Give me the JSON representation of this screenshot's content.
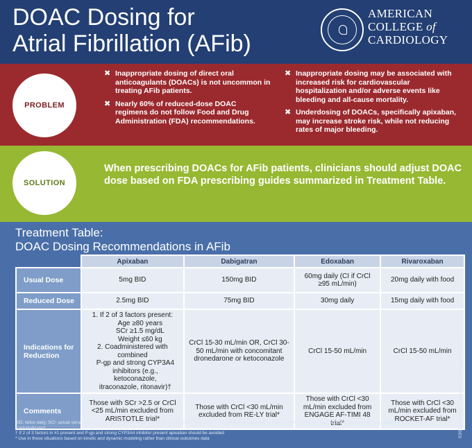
{
  "header": {
    "title_line1": "DOAC Dosing for",
    "title_line2": "Atrial Fibrillation (AFib)",
    "org_line1": "AMERICAN",
    "org_line2a": "COLLEGE",
    "org_line2b": "of",
    "org_line3": "CARDIOLOGY"
  },
  "problem": {
    "label": "PROBLEM",
    "left_bullets": [
      "Inappropriate dosing of direct oral anticoagulants (DOACs) is not uncommon in treating AFib patients.",
      "Nearly 60% of reduced-dose DOAC regimens do not follow Food and Drug Administration (FDA) recommendations."
    ],
    "right_bullets": [
      "Inappropriate dosing may be associated with increased risk for cardiovascular hospitalization and/or adverse events like bleeding and all-cause mortality.",
      "Underdosing of DOACs, specifically apixaban, may increase stroke risk, while not reducing rates of major bleeding."
    ],
    "bullet_mark": "✖"
  },
  "solution": {
    "label": "SOLUTION",
    "text": "When prescribing DOACs for AFib patients, clinicians should adjust DOAC dose based on FDA prescribing guides summarized in Treatment Table."
  },
  "table": {
    "title_line1": "Treatment Table:",
    "title_line2": "DOAC Dosing Recommendations in AFib",
    "columns": [
      "Apixaban",
      "Dabigatran",
      "Edoxaban",
      "Rivaroxaban"
    ],
    "usual_dose": {
      "label": "Usual Dose",
      "values": [
        "5mg BID",
        "150mg BID",
        "60mg daily (CI if CrCl ≥95 mL/min)",
        "20mg daily with food"
      ]
    },
    "reduced_dose": {
      "label": "Reduced Dose",
      "values": [
        "2.5mg BID",
        "75mg BID",
        "30mg daily",
        "15mg daily with food"
      ]
    },
    "indications": {
      "label_line1": "Indications for",
      "label_line2": "Reduction",
      "apixaban": {
        "l1": "1. If 2 of 3 factors present:",
        "l2": "Age ≥80 years",
        "l3": "SCr ≥1.5 mg/dL",
        "l4": "Weight ≤60 kg",
        "l5": "2. Coadministered with combined",
        "l6": "P-gp and strong CYP3A4",
        "l7": "inhibitors (e.g., ketoconazole,",
        "l8": "itraconazole, ritonavir)†"
      },
      "dabigatran": "CrCl 15-30 mL/min OR, CrCl 30-50 mL/min with concomitant dronedarone or ketoconazole",
      "edoxaban": "CrCl 15-50 mL/min",
      "rivaroxaban": "CrCl 15-50 mL/min"
    },
    "comments": {
      "label": "Comments",
      "values": [
        "Those with SCr >2.5 or CrCl <25 mL/min excluded from ARISTOTLE trial*",
        "Those with CrCl <30 mL/min excluded from RE-LY trial*",
        "Those with CrCl <30 mL/min excluded from ENGAGE AF-TIMI 48 trial*",
        "Those with CrCl <30 mL/min excluded from ROCKET-AF trial*"
      ]
    }
  },
  "footnotes": {
    "line1": "BID: twice daily; SCr: actual serum creatinine; P-gp: P-glycoprotein; CYP3A4: cytochrome P450 3A4; CrCl: creatinine clearance calculated with Cockcroft-Gault equation using actual body weight and actual SCr; CI: contraindicated",
    "line2": "† If 2 of 3 factors in #1 present and P-gp and strong CYP3A4 inhibitor present apixaban should be avoided",
    "line3": "* Use in these situations based on kinetic and dynamic modeling rather than clinical outcomes data"
  },
  "side_text": "©2018 American College of Cardiology W18017",
  "colors": {
    "header_bg": "#233f73",
    "problem_bg": "#9b2a2e",
    "solution_bg": "#97b832",
    "table_section_bg": "#4a6fa8"
  }
}
